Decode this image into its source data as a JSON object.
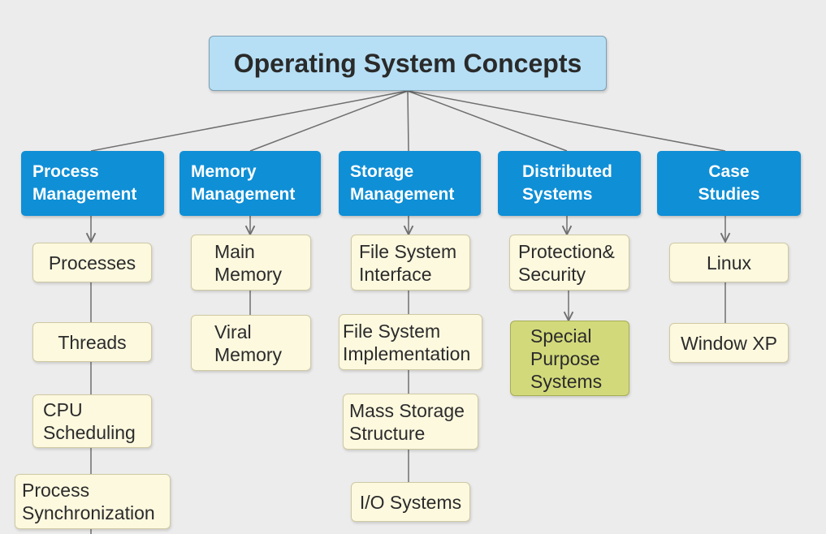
{
  "title": "Operating System Concepts",
  "categories": [
    {
      "label": "Process\nManagement",
      "items": [
        "Processes",
        "Threads",
        "CPU\nScheduling",
        "Process\nSynchronization"
      ]
    },
    {
      "label": "Memory\nManagement",
      "items": [
        "Main\nMemory",
        "Viral\nMemory"
      ]
    },
    {
      "label": "Storage\nManagement",
      "items": [
        "File System\nInterface",
        "File System\nImplementation",
        "Mass Storage\nStructure",
        "I/O Systems"
      ]
    },
    {
      "label": "Distributed\nSystems",
      "items": [
        "Protection&\nSecurity",
        "Special\nPurpose\nSystems"
      ]
    },
    {
      "label": "Case\nStudies",
      "items": [
        "Linux",
        "Window XP"
      ]
    }
  ],
  "colors": {
    "root_fill": "#b6dff5",
    "category_fill": "#0f8fd6",
    "item_fill": "#fdf9df",
    "highlight_fill": "#d2d97a",
    "connector": "#6f6f6f"
  }
}
